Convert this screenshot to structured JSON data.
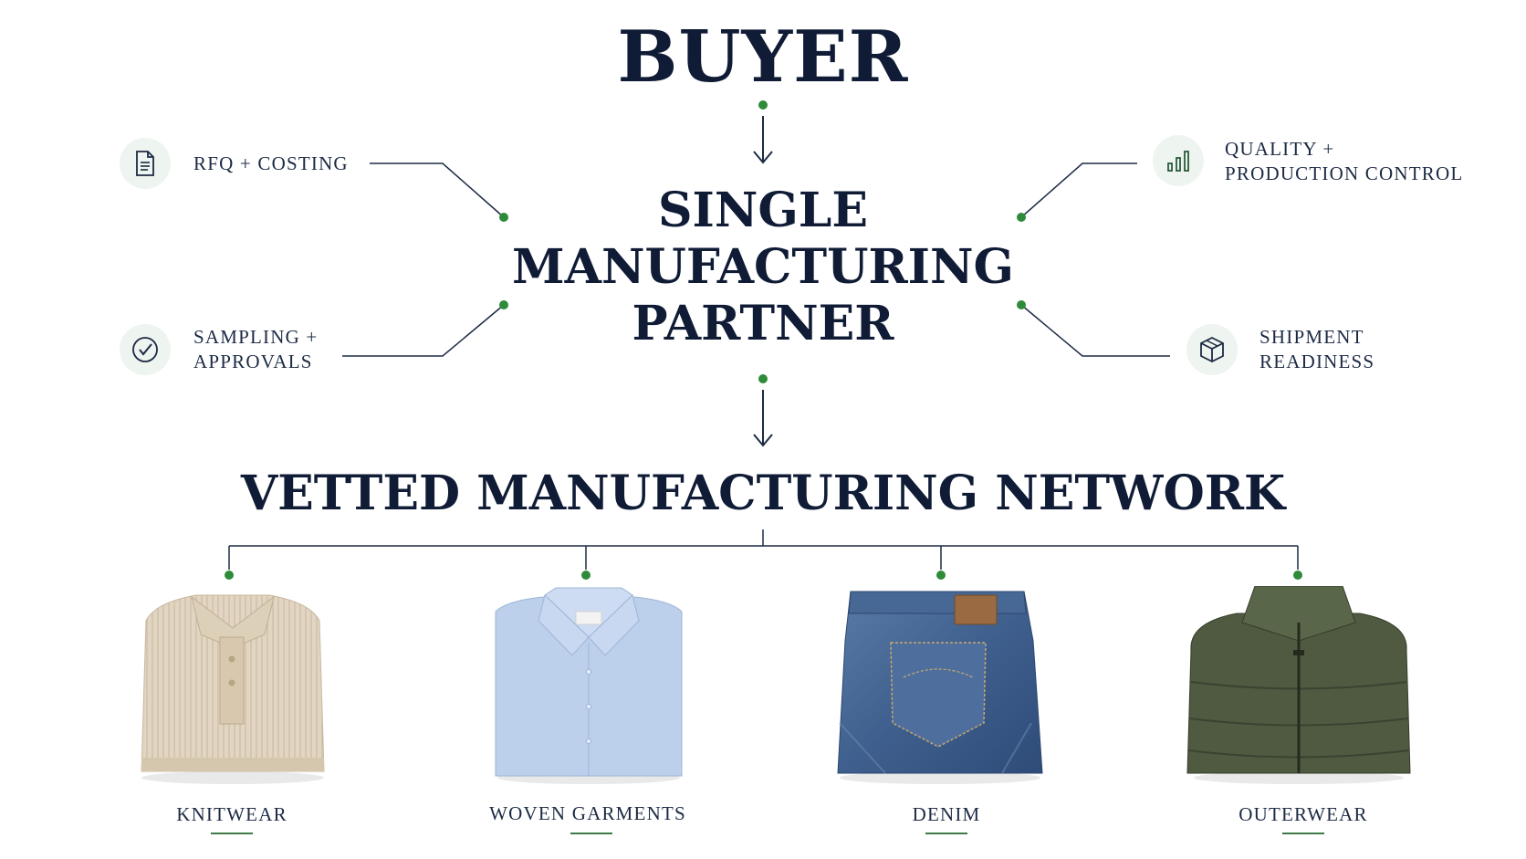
{
  "diagram": {
    "buyer": "BUYER",
    "partner": "SINGLE\nMANUFACTURING\nPARTNER",
    "network": "VETTED MANUFACTURING NETWORK"
  },
  "steps": [
    {
      "label": "RFQ + COSTING",
      "icon": "document-icon"
    },
    {
      "label": "SAMPLING +\nAPPROVALS",
      "icon": "check-circle-icon"
    },
    {
      "label": "QUALITY +\nPRODUCTION CONTROL",
      "icon": "bar-chart-icon"
    },
    {
      "label": "SHIPMENT\nREADINESS",
      "icon": "box-icon"
    }
  ],
  "categories": [
    {
      "label": "KNITWEAR",
      "image": "knit-polo-sweater-image"
    },
    {
      "label": "WOVEN GARMENTS",
      "image": "blue-dress-shirt-image"
    },
    {
      "label": "DENIM",
      "image": "folded-jeans-image"
    },
    {
      "label": "OUTERWEAR",
      "image": "puffer-jacket-image"
    }
  ],
  "colors": {
    "navy": "#101c36",
    "accent_green": "#2e8b3a",
    "icon_bg": "#eef4ef",
    "line": "#1c2a44"
  }
}
